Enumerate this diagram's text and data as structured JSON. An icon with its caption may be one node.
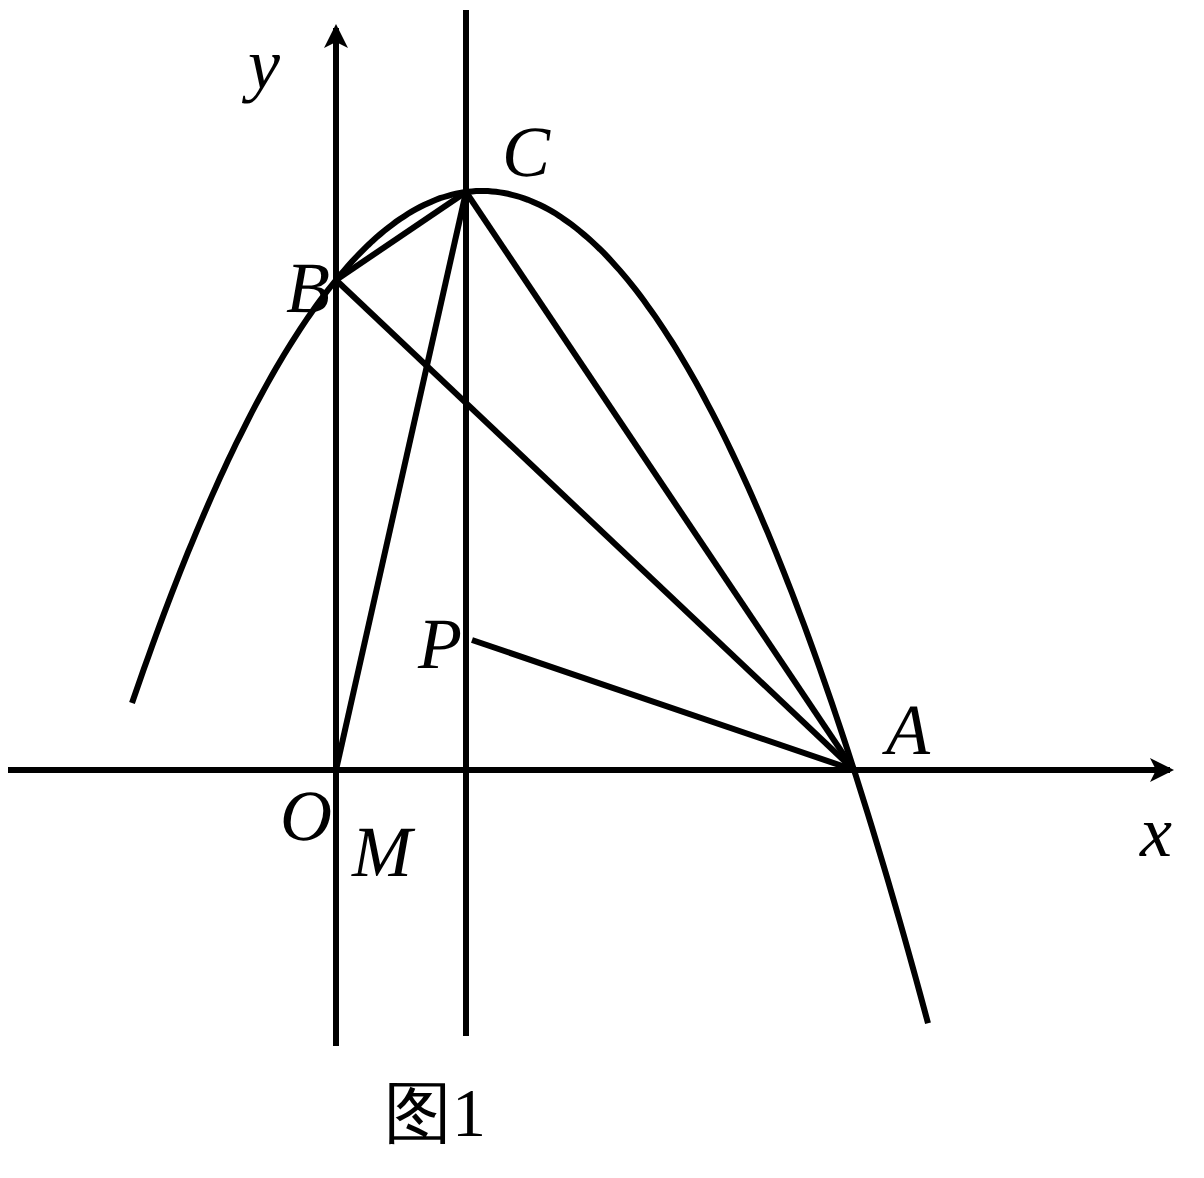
{
  "diagram": {
    "caption": "图1",
    "nodes": [
      {
        "text": [
          "C"
        ]
      },
      {
        "text": [
          "B"
        ]
      },
      {
        "text": [
          "P"
        ]
      },
      {
        "text": [
          "A"
        ]
      },
      {
        "text": [
          "O"
        ]
      }
    ],
    "edges": [
      {
        "from": 1,
        "to": 0,
        "arrow": "none"
      },
      {
        "from": 4,
        "to": 0,
        "arrow": "none"
      },
      {
        "from": 1,
        "to": 3,
        "arrow": "none"
      },
      {
        "from": 0,
        "to": 3,
        "arrow": "none"
      },
      {
        "from": 2,
        "to": 3,
        "arrow": "none"
      }
    ],
    "labels": [
      "y",
      "x",
      "M"
    ]
  }
}
